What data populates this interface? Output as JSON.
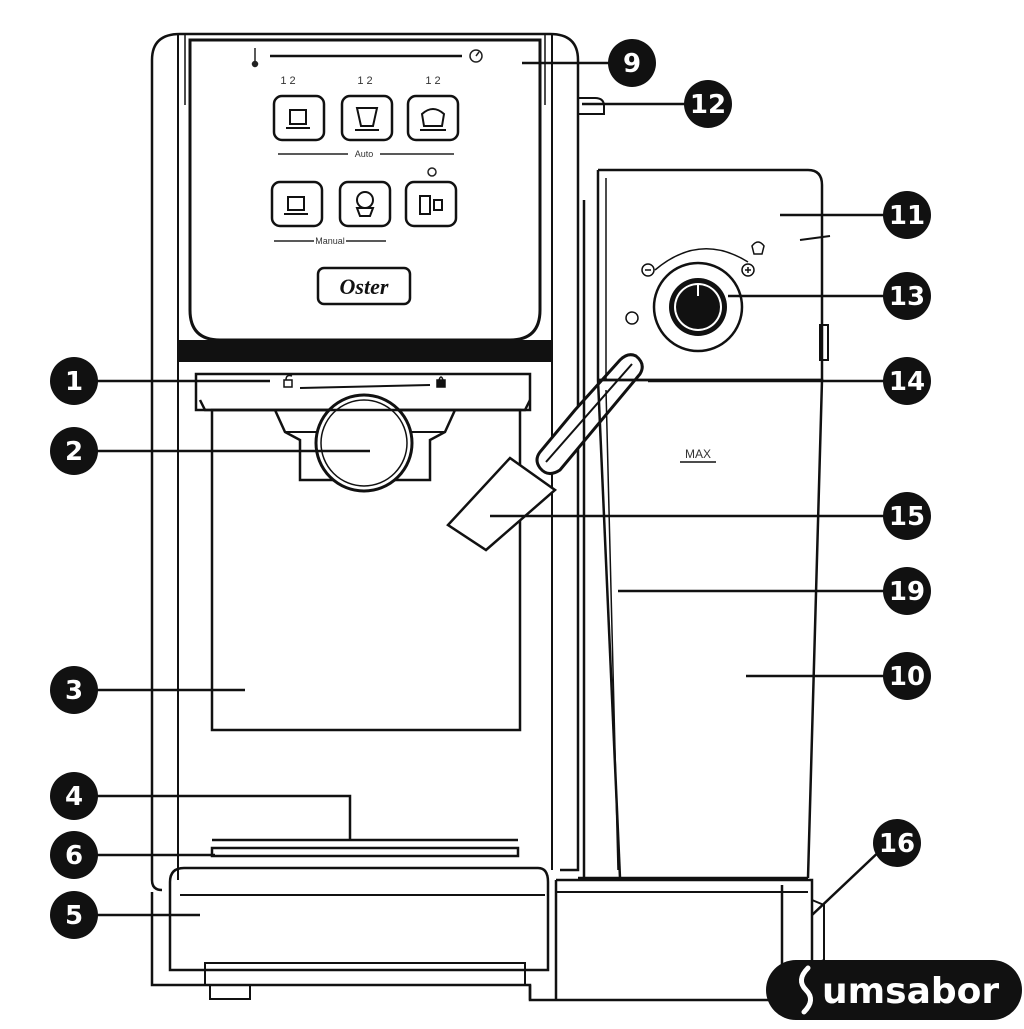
{
  "panel": {
    "cup_counts": [
      "1 2",
      "1 2",
      "1 2"
    ],
    "auto_label": "Auto",
    "manual_label": "Manual",
    "brand": "Oster"
  },
  "tank": {
    "max_label": "MAX"
  },
  "callouts": [
    {
      "id": "1",
      "label": "1"
    },
    {
      "id": "2",
      "label": "2"
    },
    {
      "id": "3",
      "label": "3"
    },
    {
      "id": "4",
      "label": "4"
    },
    {
      "id": "5",
      "label": "5"
    },
    {
      "id": "6",
      "label": "6"
    },
    {
      "id": "9",
      "label": "9"
    },
    {
      "id": "10",
      "label": "10"
    },
    {
      "id": "11",
      "label": "11"
    },
    {
      "id": "12",
      "label": "12"
    },
    {
      "id": "13",
      "label": "13"
    },
    {
      "id": "14",
      "label": "14"
    },
    {
      "id": "15",
      "label": "15"
    },
    {
      "id": "16",
      "label": "16"
    },
    {
      "id": "19",
      "label": "19"
    }
  ],
  "watermark": {
    "text": "umsabor"
  },
  "colors": {
    "line": "#111111",
    "badge": "#111111",
    "background": "#ffffff"
  }
}
